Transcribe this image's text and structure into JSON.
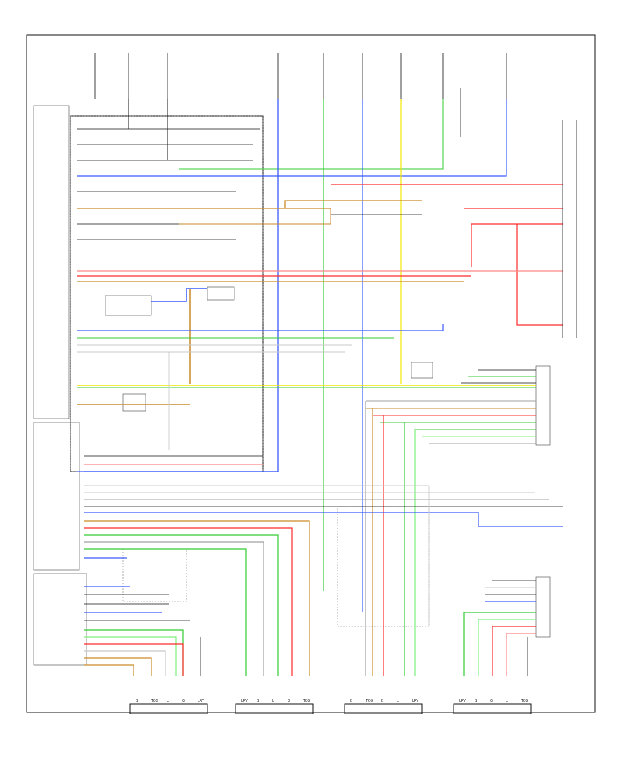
{
  "diagram": {
    "colors": {
      "blue": "#3b5bff",
      "green": "#33cc33",
      "red": "#ff2a2a",
      "orange": "#c98a28",
      "yellow": "#f2e500",
      "gray": "#a0a0a0",
      "lightgreen": "#7df07d",
      "pink": "#ff8888",
      "lightgray": "#c8c8c8",
      "black": "#111111"
    },
    "bottom_connectors": [
      {
        "pins": [
          "B",
          "TCG",
          "L",
          "G",
          "LRY"
        ]
      },
      {
        "pins": [
          "LRY",
          "B",
          "L",
          "G",
          "TCG"
        ]
      },
      {
        "pins": [
          "B",
          "TCG",
          "B",
          "L",
          "LRY"
        ]
      },
      {
        "pins": [
          "LRY",
          "B",
          "G",
          "L",
          "TCG"
        ]
      }
    ]
  }
}
